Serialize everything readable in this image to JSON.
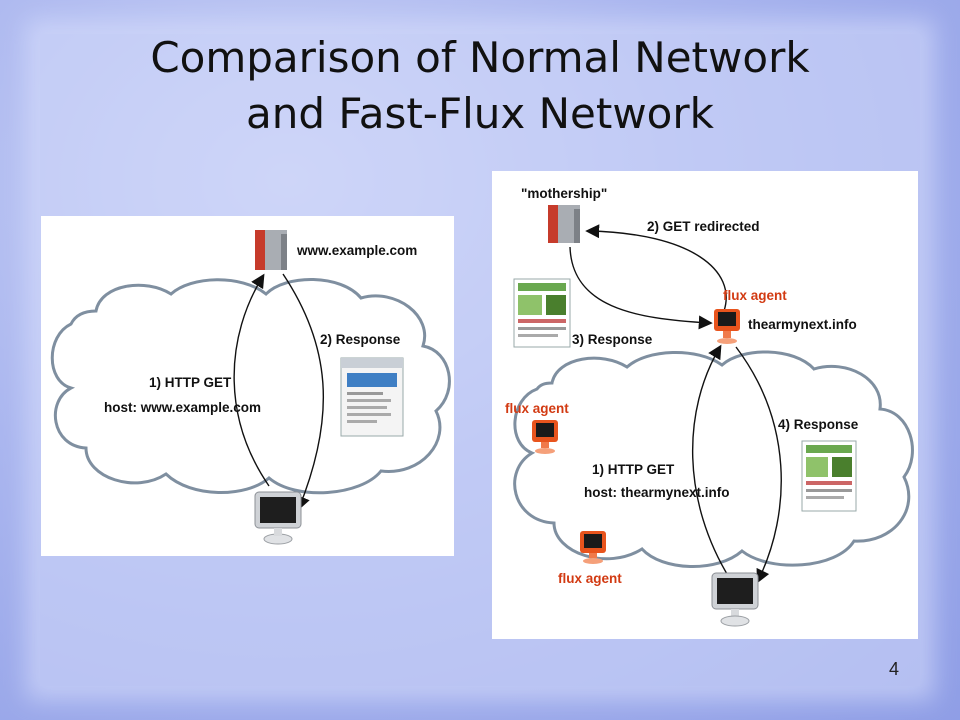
{
  "slide": {
    "title_line1": "Comparison of Normal Network",
    "title_line2": "and Fast-Flux Network",
    "page_number": "4"
  },
  "normal": {
    "server_label": "www.example.com",
    "request_label_line1": "1) HTTP GET",
    "request_label_line2": "host: www.example.com",
    "response_label": "2) Response"
  },
  "fastflux": {
    "mothership_label": "\"mothership\"",
    "redirect_label": "2) GET redirected",
    "flux_agent_top": "flux agent",
    "agent_host": "thearmynext.info",
    "response3_label": "3) Response",
    "response4_label": "4) Response",
    "flux_agent_left": "flux agent",
    "flux_agent_bottom": "flux agent",
    "request_label_line1": "1) HTTP GET",
    "request_label_line2": "host: thearmynext.info"
  },
  "colors": {
    "agent_text": "#d23a12",
    "server_red": "#c63b2b",
    "cloud_stroke": "#7f8fa0"
  }
}
